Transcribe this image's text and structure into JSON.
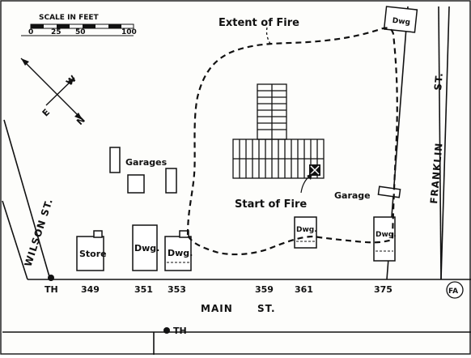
{
  "scale": {
    "title": "SCALE IN FEET",
    "ticks": [
      "0",
      "25",
      "50",
      "100"
    ]
  },
  "compass": {
    "e": "E",
    "w": "W",
    "n": "N"
  },
  "streets": {
    "main": "MAIN",
    "main_suffix": "ST.",
    "wilson": "WILSON ST.",
    "franklin": "FRANKLIN",
    "franklin_suffix": "ST."
  },
  "labels": {
    "extent_of_fire": "Extent of Fire",
    "start_of_fire": "Start of Fire",
    "garages": "Garages",
    "garage": "Garage",
    "store": "Store",
    "dwg_1": "Dwg",
    "dwg_2": "Dwg.",
    "dwg_3": "Dwg.",
    "dwg_4": "Dwg.",
    "dwg_5": "Dwg.",
    "hydrant_1": "TH",
    "hydrant_2": "TH",
    "badge": "FA"
  },
  "addresses": [
    "349",
    "351",
    "353",
    "359",
    "361",
    "375"
  ]
}
